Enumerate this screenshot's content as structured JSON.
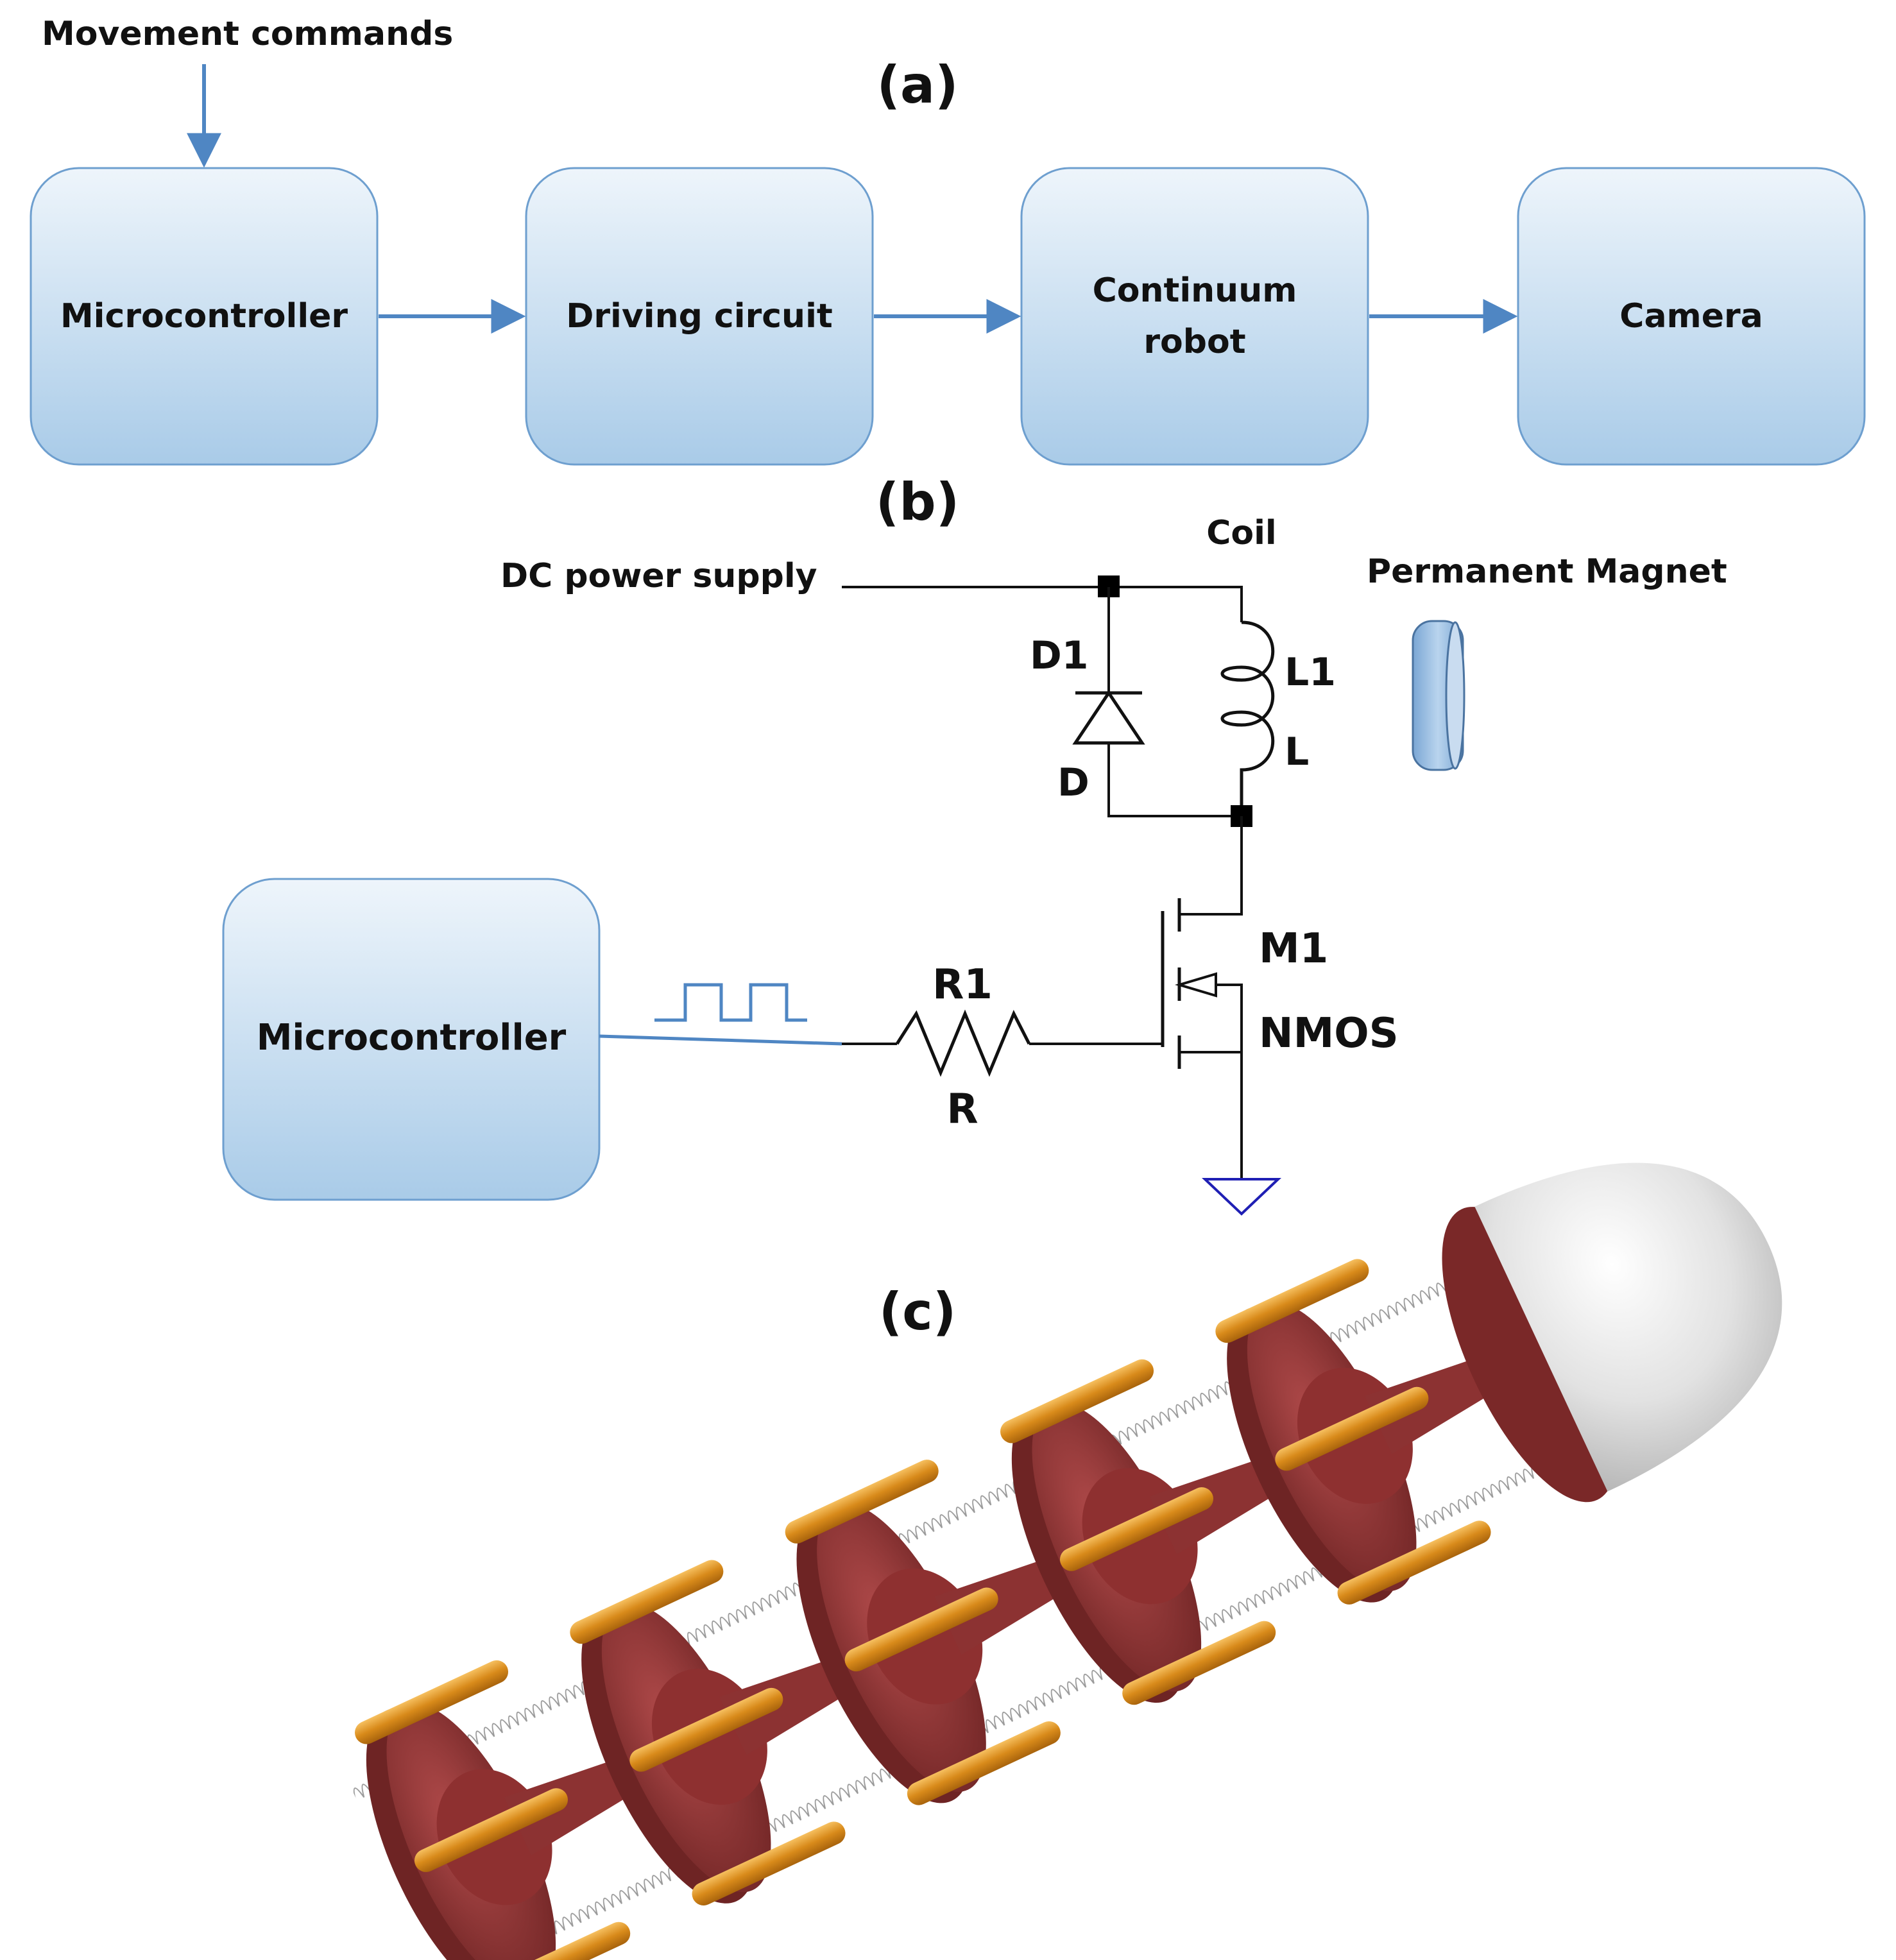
{
  "panel_a": {
    "label": "(a)",
    "input_label": "Movement commands",
    "blocks": [
      "Microcontroller",
      "Driving circuit",
      "Continuum",
      "robot",
      "Camera"
    ]
  },
  "panel_b": {
    "label": "(b)",
    "supply": "DC power supply",
    "coil": "Coil",
    "diode_name": "D1",
    "diode_type": "D",
    "inductor_name": "L1",
    "inductor_type": "L",
    "magnet": "Permanent Magnet",
    "controller": "Microcontroller",
    "resistor_name": "R1",
    "resistor_type": "R",
    "mosfet_name": "M1",
    "mosfet_type": "NMOS"
  },
  "panel_c": {
    "label": "(c)"
  },
  "colors": {
    "block_top": "#e9f2fa",
    "block_bottom": "#a9cbe8",
    "block_border": "#6e9fcf",
    "arrow": "#4f86c3",
    "wire": "#111111",
    "ground": "#1f1fb4",
    "segment": "#8c3232",
    "rod": "#e09a2a",
    "tip": "#e4e4e4"
  }
}
